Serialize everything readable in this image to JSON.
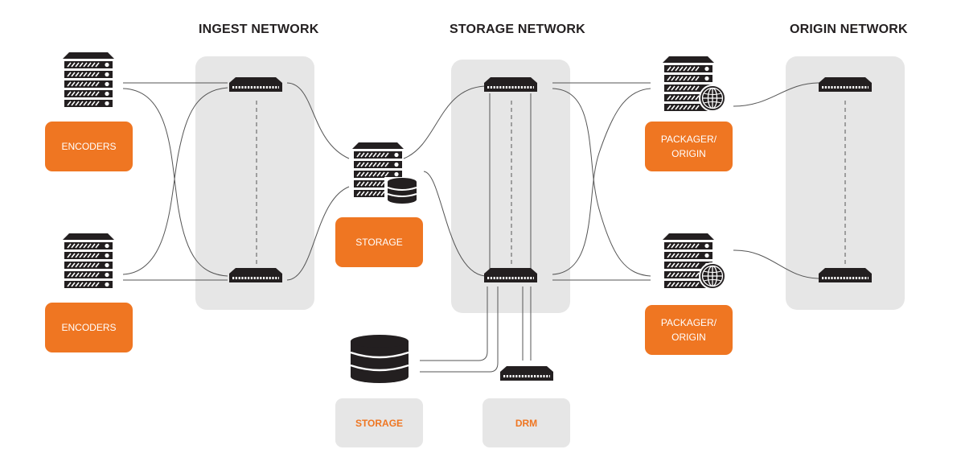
{
  "headings": {
    "ingest": "INGEST NETWORK",
    "storage": "STORAGE NETWORK",
    "origin": "ORIGIN NETWORK"
  },
  "labels": {
    "encoders_top": "ENCODERS",
    "encoders_bottom": "ENCODERS",
    "storage_center": "STORAGE",
    "packager_top": "PACKAGER/\nORIGIN",
    "packager_bottom": "PACKAGER/\nORIGIN",
    "storage_bottom": "STORAGE",
    "drm": "DRM"
  },
  "colors": {
    "accent": "#ef7622",
    "panel": "#e6e6e6",
    "icon": "#231f20",
    "line": "#555555"
  },
  "icons": [
    "server-rack-icon",
    "network-switch-icon",
    "database-icon",
    "globe-icon"
  ]
}
